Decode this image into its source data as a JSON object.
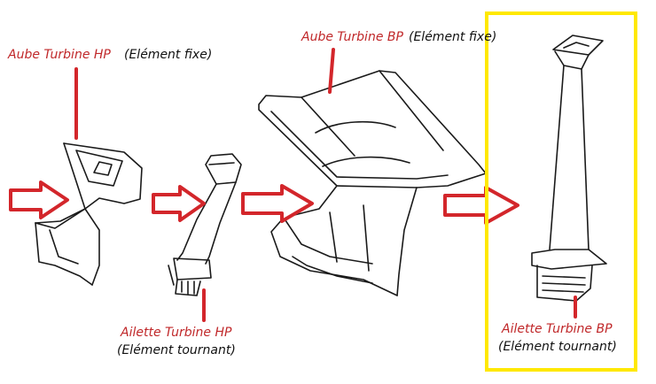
{
  "labels": {
    "aube_hp": "Aube Turbine HP",
    "aube_hp_note": "(Elément fixe)",
    "aube_bp": "Aube Turbine BP",
    "aube_bp_note": "(Elément fixe)",
    "ailette_hp": "Ailette Turbine HP",
    "ailette_hp_note": "(Elément tournant)",
    "ailette_bp": "Ailette Turbine BP",
    "ailette_bp_note": "(Elément tournant)"
  },
  "colors": {
    "arrow_red": "#d3262b",
    "label_red": "#c0282a",
    "highlight_yellow": "#ffe800",
    "text_black": "#111111"
  },
  "highlight": {
    "target": "ailette_bp"
  }
}
